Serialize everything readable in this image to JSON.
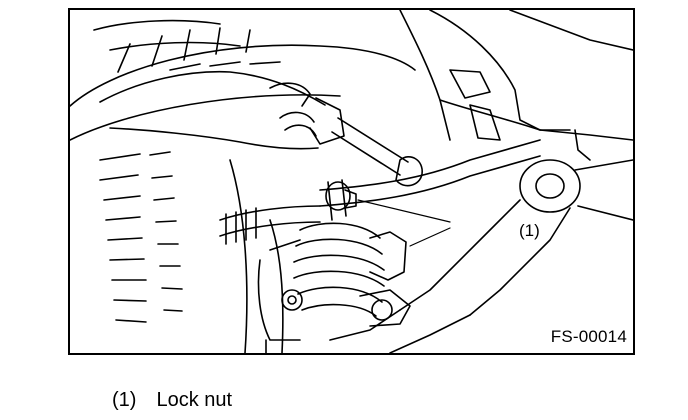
{
  "figure": {
    "callout_label": "(1)",
    "figure_id": "FS-00014"
  },
  "legend": {
    "items": [
      {
        "number": "(1)",
        "text": "Lock nut"
      }
    ]
  }
}
